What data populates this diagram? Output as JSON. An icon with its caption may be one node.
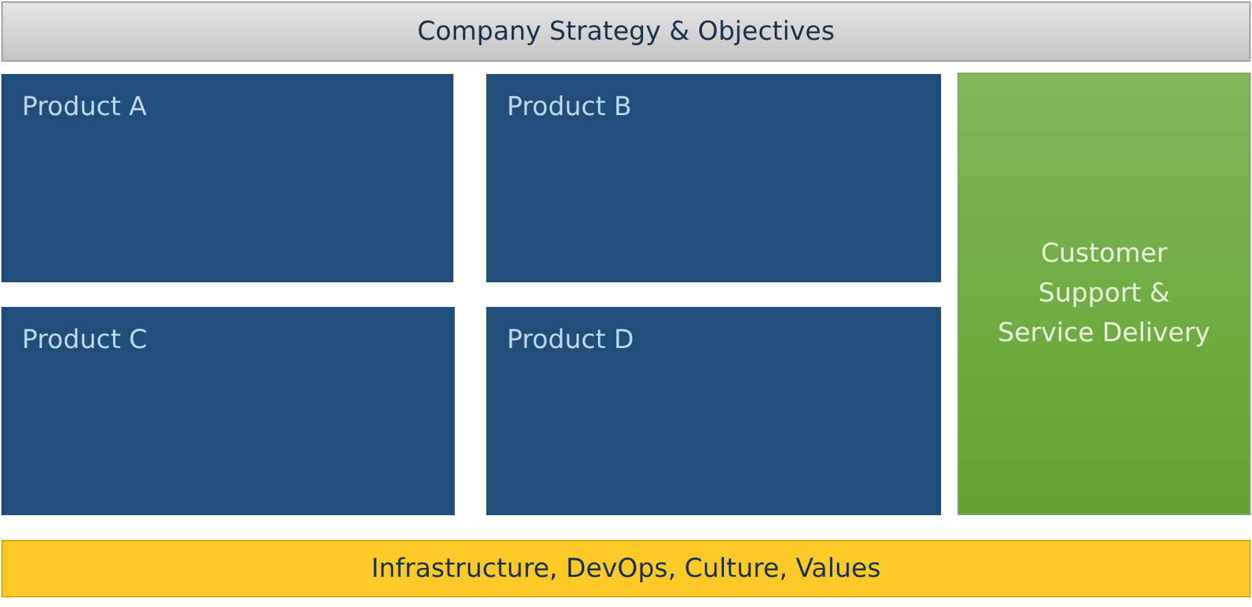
{
  "diagram": {
    "nodes": [
      {
        "text": [
          "Company Strategy & Objectives"
        ]
      },
      {
        "text": [
          "Product A"
        ]
      },
      {
        "text": [
          "Product B"
        ]
      },
      {
        "text": [
          "Product C"
        ]
      },
      {
        "text": [
          "Product D"
        ]
      },
      {
        "text": [
          "Customer Support & Service Delivery"
        ]
      },
      {
        "text": [
          "Infrastructure, DevOps, Culture, Values"
        ]
      }
    ]
  }
}
